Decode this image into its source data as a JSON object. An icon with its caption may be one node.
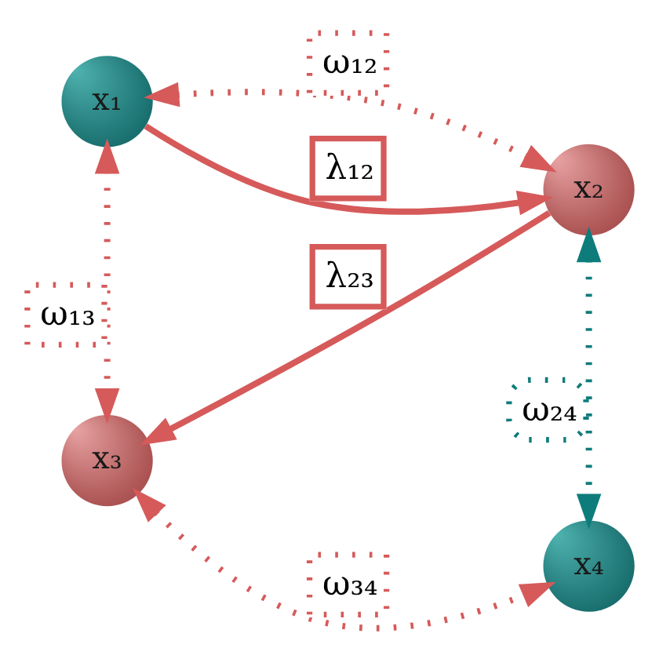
{
  "diagram": {
    "nodes": [
      {
        "text": [
          "x₁"
        ]
      },
      {
        "text": [
          "x₂"
        ]
      },
      {
        "text": [
          "x₃"
        ]
      },
      {
        "text": [
          "x₄"
        ]
      }
    ],
    "edges": [
      {
        "from": 0,
        "to": 1,
        "arrow": "both",
        "label": "ω₁₂",
        "style": "dashed"
      },
      {
        "from": 0,
        "to": 1,
        "arrow": "to",
        "label": "λ₁₂"
      },
      {
        "from": 1,
        "to": 2,
        "arrow": "to",
        "label": "λ₂₃"
      },
      {
        "from": 0,
        "to": 2,
        "arrow": "both",
        "label": "ω₁₃",
        "style": "dashed"
      },
      {
        "from": 1,
        "to": 3,
        "arrow": "both",
        "label": "ω₂₄",
        "style": "dashed",
        "color": "#0e7c7b"
      },
      {
        "from": 2,
        "to": 3,
        "arrow": "both",
        "label": "ω₃₄",
        "style": "dashed"
      }
    ]
  }
}
